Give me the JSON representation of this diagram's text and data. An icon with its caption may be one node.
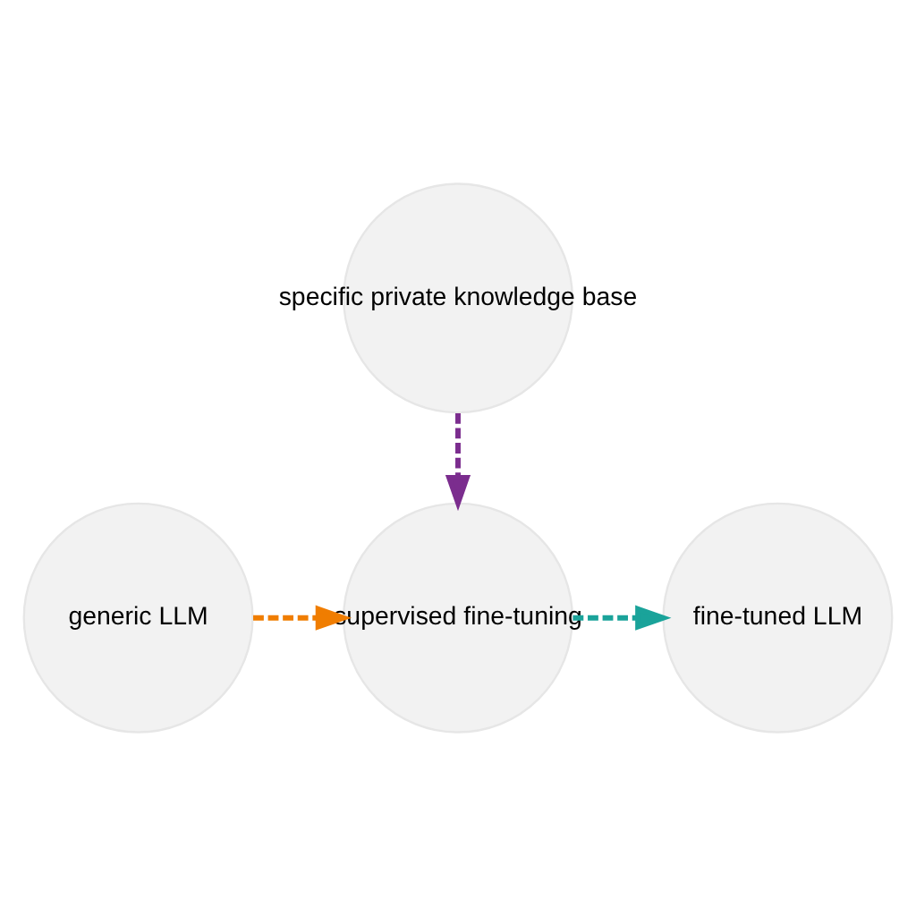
{
  "diagram": {
    "nodes": [
      {
        "text": [
          "specific private knowledge base"
        ]
      },
      {
        "text": [
          "generic LLM"
        ]
      },
      {
        "text": [
          "supervised fine-tuning"
        ]
      },
      {
        "text": [
          "fine-tuned LLM"
        ]
      }
    ],
    "edges": [
      {
        "from": 0,
        "to": 2,
        "arrow": "to",
        "style": "dashed",
        "color": "#7b2d8e"
      },
      {
        "from": 1,
        "to": 2,
        "arrow": "to",
        "style": "dashed",
        "color": "#f07d00"
      },
      {
        "from": 2,
        "to": 3,
        "arrow": "to",
        "style": "dashed",
        "color": "#1aa39a"
      }
    ]
  }
}
